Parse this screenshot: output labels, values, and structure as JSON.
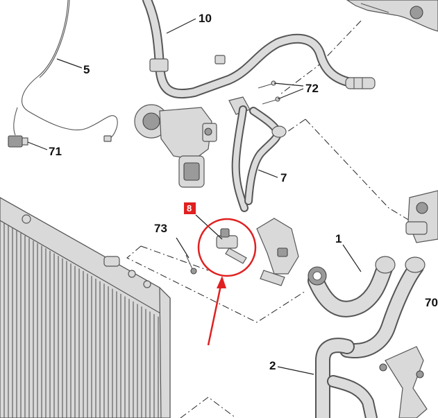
{
  "callouts": {
    "c10": "10",
    "c5": "5",
    "c72": "72",
    "c71": "71",
    "c7": "7",
    "c8": "8",
    "c73": "73",
    "c1": "1",
    "c70": "70",
    "c2": "2"
  },
  "colors": {
    "highlight": "#e02020",
    "badge": "#e02020",
    "ink": "#222222"
  }
}
